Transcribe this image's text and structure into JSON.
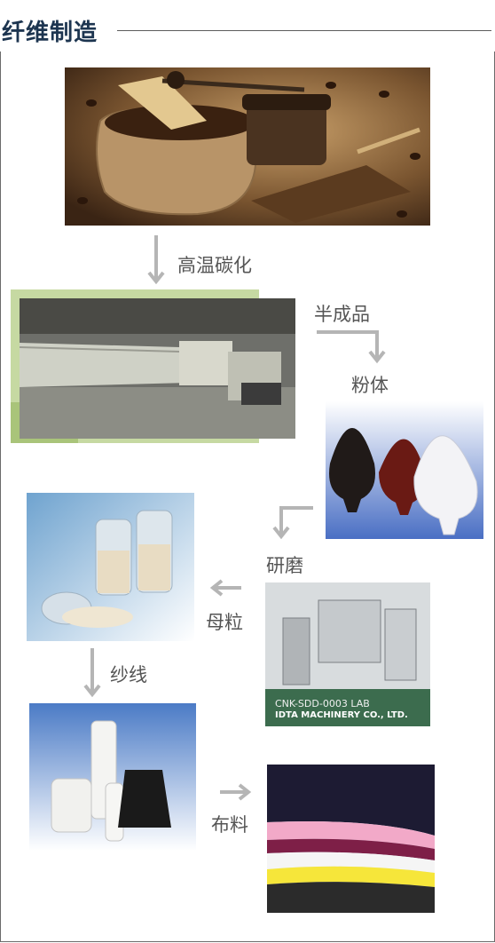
{
  "title": "纤维制造",
  "steps": {
    "carbonize": "高温碳化",
    "semi_finished": "半成品",
    "powder": "粉体",
    "grinding": "研磨",
    "masterbatch": "母粒",
    "yarn": "纱线",
    "fabric": "布料"
  },
  "machine_caption": {
    "line1": "CNK-SDD-0003 LAB",
    "line2": "IDTA MACHINERY CO., LTD."
  },
  "colors": {
    "title": "#1d3550",
    "arrow": "#b5b5b5",
    "label": "#555555",
    "frame": "#6b6b6b"
  }
}
